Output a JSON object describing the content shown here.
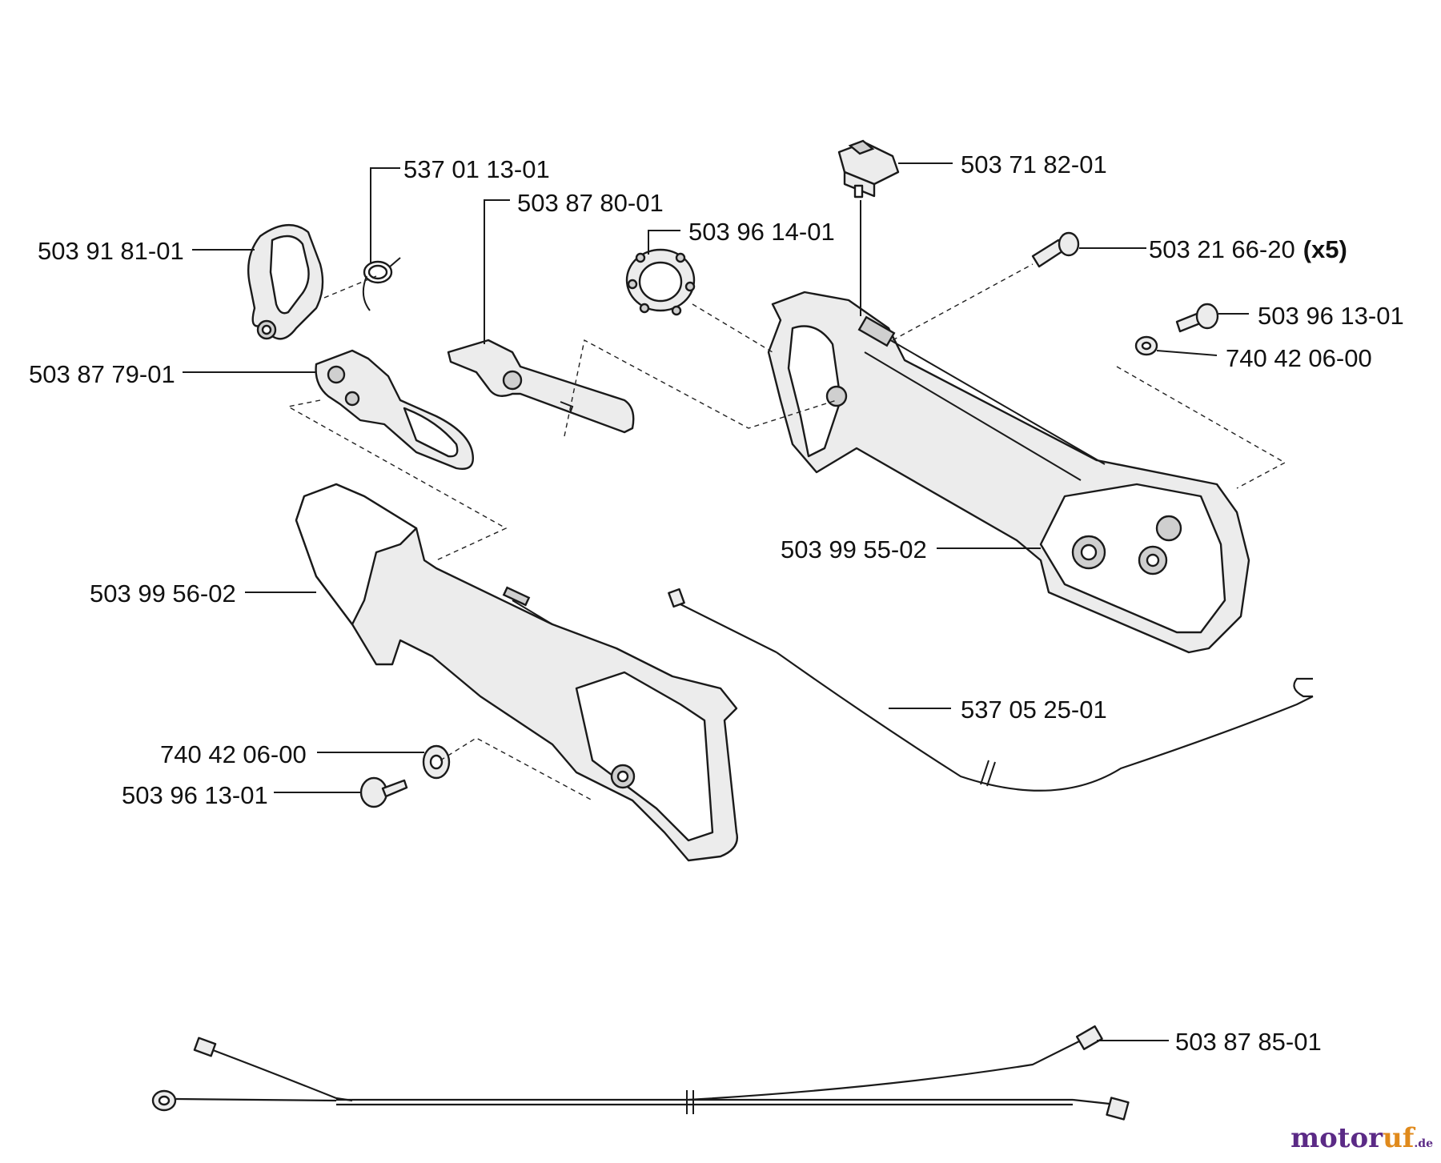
{
  "labels": {
    "p537011301": "537 01 13-01",
    "p503878001": "503 87 80-01",
    "p503918101": "503 91 81-01",
    "p503961401": "503 96 14-01",
    "p503718201": "503 71 82-01",
    "p503216620": "503 21 66-20",
    "p503216620_qty": "(x5)",
    "p503961301_top": "503 96 13-01",
    "p740420600_top": "740 42 06-00",
    "p503877901": "503 87 79-01",
    "p503995502": "503 99 55-02",
    "p503995602": "503 99 56-02",
    "p537052501": "537 05 25-01",
    "p740420600_bot": "740 42 06-00",
    "p503961301_bot": "503 96 13-01",
    "p503878501": "503 87 85-01"
  },
  "watermark": {
    "brand_m": "motor",
    "brand_r": "uf",
    "tld": ".de"
  }
}
